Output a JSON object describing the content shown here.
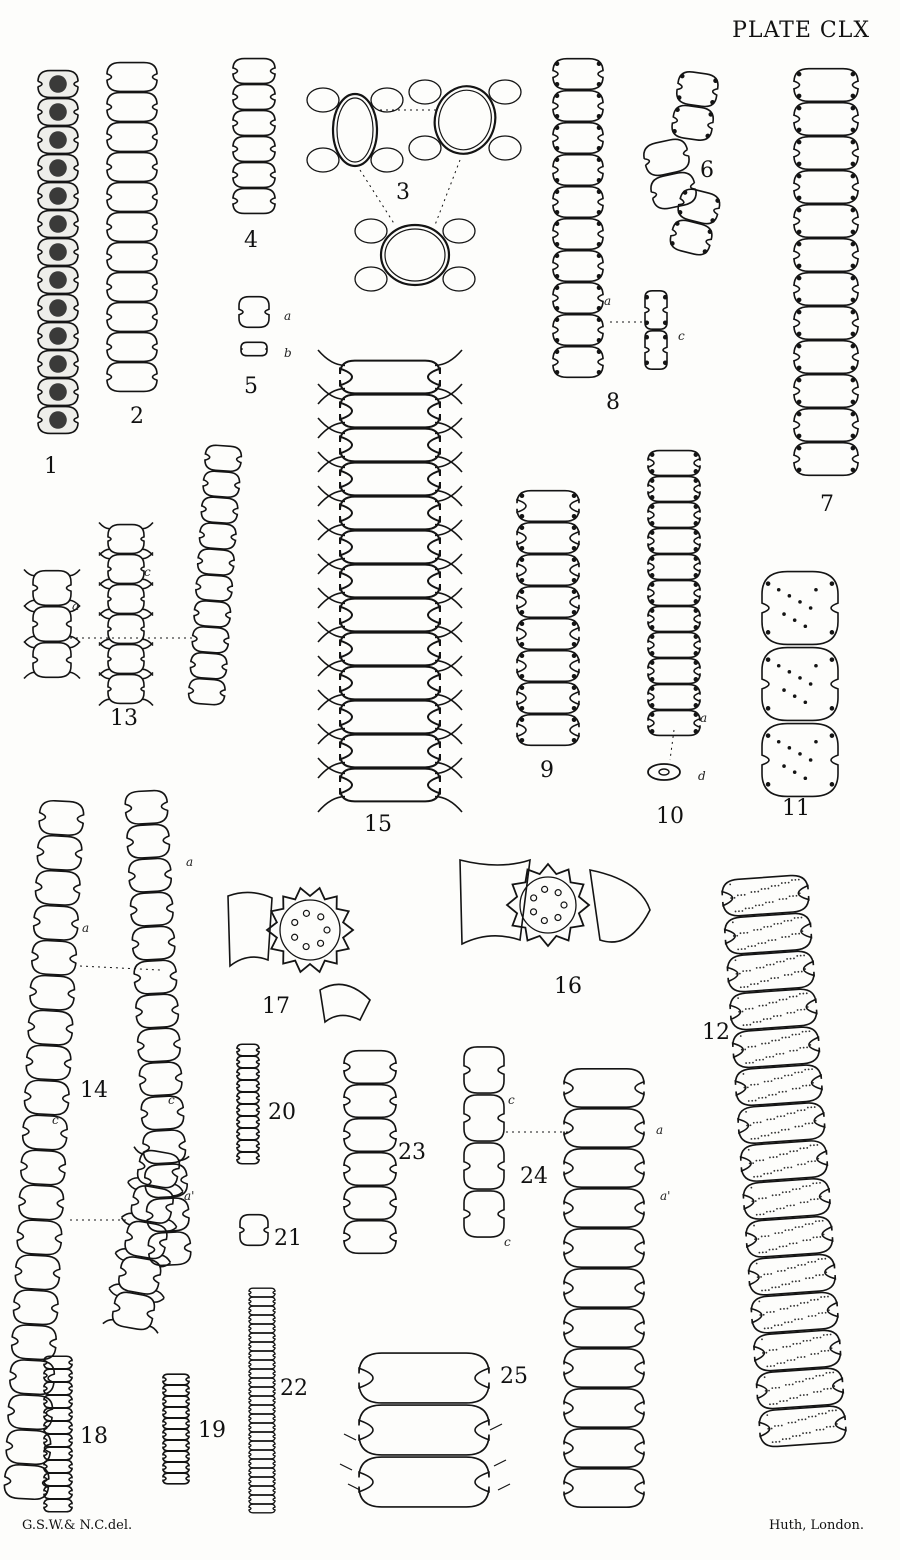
{
  "plate": {
    "title": "PLATE CLX",
    "credit_left": "G.S.W.& N.C.del.",
    "credit_right": "Huth, London."
  },
  "figure_labels": [
    "1",
    "2",
    "3",
    "4",
    "5",
    "6",
    "7",
    "8",
    "9",
    "10",
    "11",
    "12",
    "13",
    "14",
    "15",
    "16",
    "17",
    "18",
    "19",
    "20",
    "21",
    "22",
    "23",
    "24",
    "25"
  ],
  "sub_labels": [
    "a",
    "b",
    "a",
    "c",
    "a",
    "c",
    "a",
    "d",
    "a",
    "a",
    "c",
    "c",
    "a'",
    "c",
    "c",
    "a",
    "a'"
  ]
}
